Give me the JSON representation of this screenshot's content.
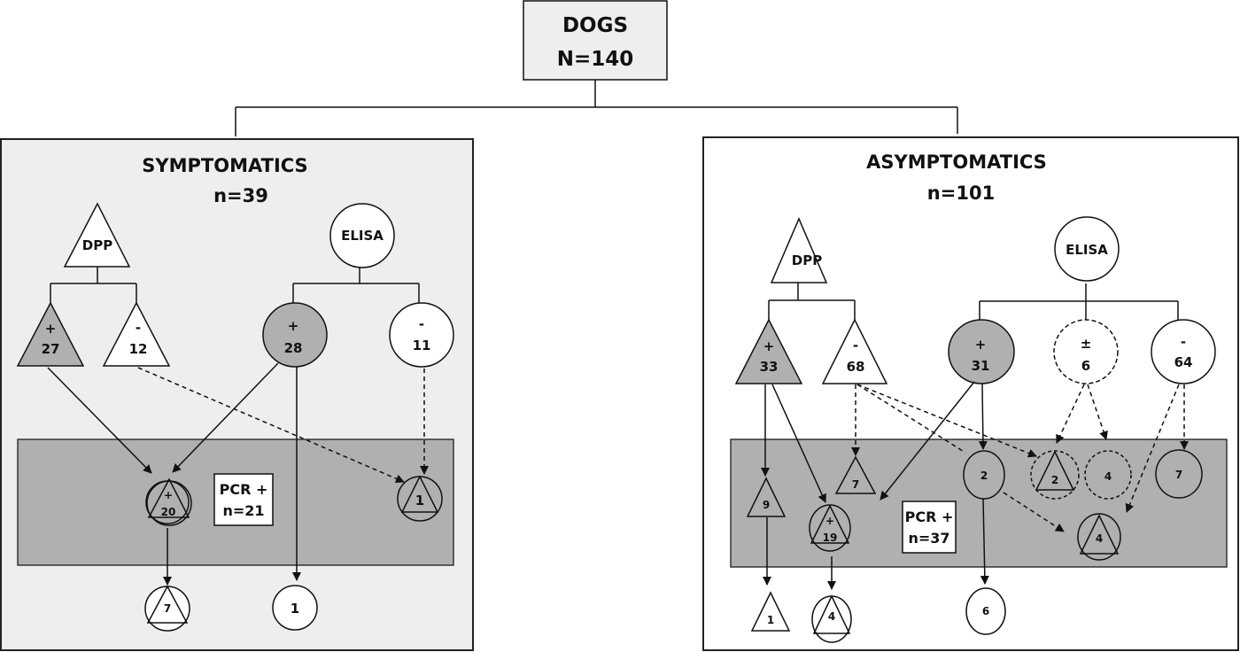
{
  "root": {
    "title": "DOGS",
    "count": "N=140"
  },
  "colors": {
    "symptomatic_panel": "#eeeeee",
    "asymptomatic_panel": "#ffffff",
    "pcr_band": "#b0b0b0",
    "positive_fill": "#b0b0b0",
    "negative_fill": "#ffffff"
  },
  "symptomatic": {
    "title": "SYMPTOMATICS",
    "count": "n=39",
    "dpp": {
      "label": "DPP",
      "pos": {
        "sign": "+",
        "value": "27"
      },
      "neg": {
        "sign": "-",
        "value": "12"
      }
    },
    "elisa": {
      "label": "ELISA",
      "pos": {
        "sign": "+",
        "value": "28"
      },
      "neg": {
        "sign": "-",
        "value": "11"
      }
    },
    "pcr": {
      "label": "PCR +",
      "count": "n=21"
    },
    "pcr_nodes": [
      {
        "sign": "+",
        "value": "20"
      },
      {
        "value": "1"
      }
    ],
    "outcome_nodes": [
      {
        "value": "7"
      },
      {
        "value": "1"
      }
    ]
  },
  "asymptomatic": {
    "title": "ASYMPTOMATICS",
    "count": "n=101",
    "dpp": {
      "label": "DPP",
      "pos": {
        "sign": "+",
        "value": "33"
      },
      "neg": {
        "sign": "-",
        "value": "68"
      }
    },
    "elisa": {
      "label": "ELISA",
      "pos": {
        "sign": "+",
        "value": "31"
      },
      "equivocal": {
        "sign": "±",
        "value": "6"
      },
      "neg": {
        "sign": "-",
        "value": "64"
      }
    },
    "pcr": {
      "label": "PCR +",
      "count": "n=37"
    },
    "pcr_nodes": [
      {
        "value": "9"
      },
      {
        "value": "7"
      },
      {
        "sign": "+",
        "value": "19"
      },
      {
        "value": "2"
      },
      {
        "value": "2"
      },
      {
        "value": "4"
      },
      {
        "value": "7"
      },
      {
        "value": "4"
      }
    ],
    "outcome_nodes": [
      {
        "value": "1"
      },
      {
        "value": "4"
      },
      {
        "value": "6"
      }
    ]
  }
}
